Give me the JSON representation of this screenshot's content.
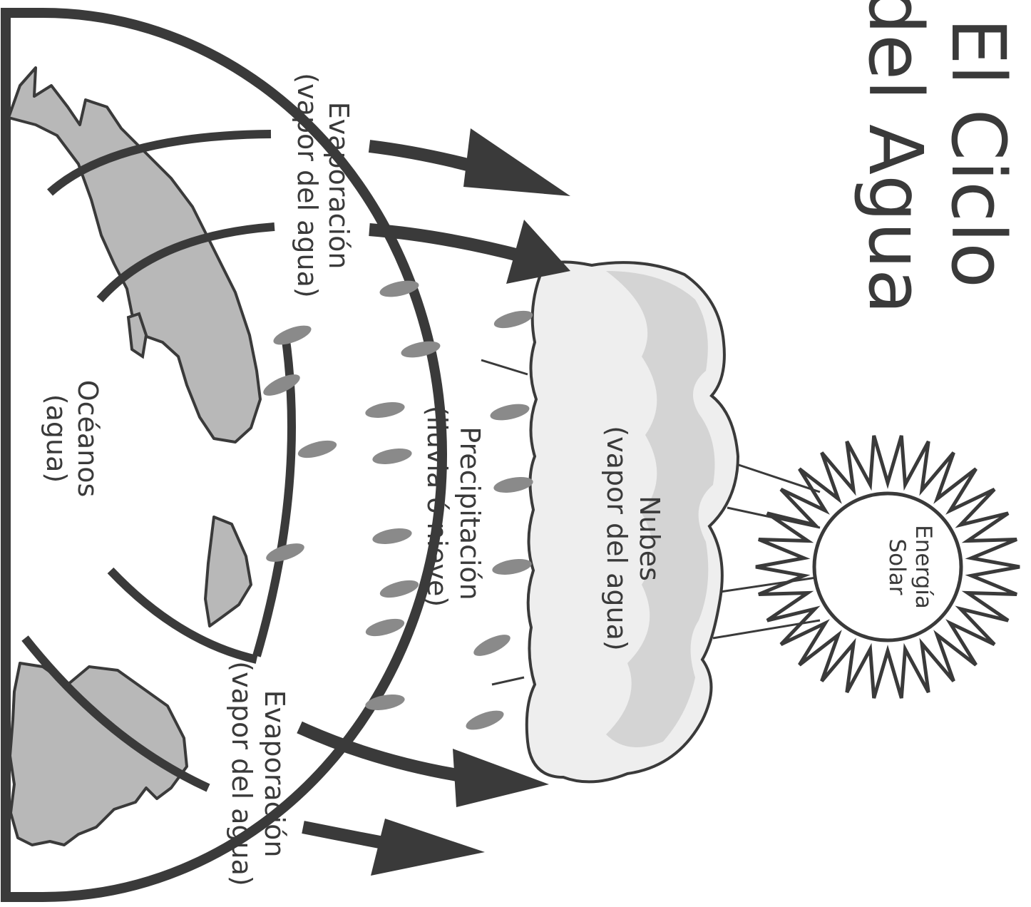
{
  "title": {
    "line1": "El Ciclo",
    "line2": "del Agua"
  },
  "labels": {
    "sun_line1": "Energía",
    "sun_line2": "Solar",
    "clouds_line1": "Nubes",
    "clouds_line2": "(vapor del agua)",
    "precipitation_line1": "Precipitación",
    "precipitation_line2": "(lluvia ó nieve)",
    "evaporation_top_line1": "Evaporación",
    "evaporation_top_line2": "(vapor del agua)",
    "evaporation_bottom_line1": "Evaporación",
    "evaporation_bottom_line2": "(vapor del agua)",
    "oceans_line1": "Océanos",
    "oceans_line2": "(agua)"
  },
  "colors": {
    "outline": "#3a3a3a",
    "land": "#b8b8b8",
    "cloud_light": "#eeeeee",
    "cloud_dark": "#d4d4d4",
    "rain": "#8a8a8a",
    "arrow": "#3a3a3a"
  }
}
